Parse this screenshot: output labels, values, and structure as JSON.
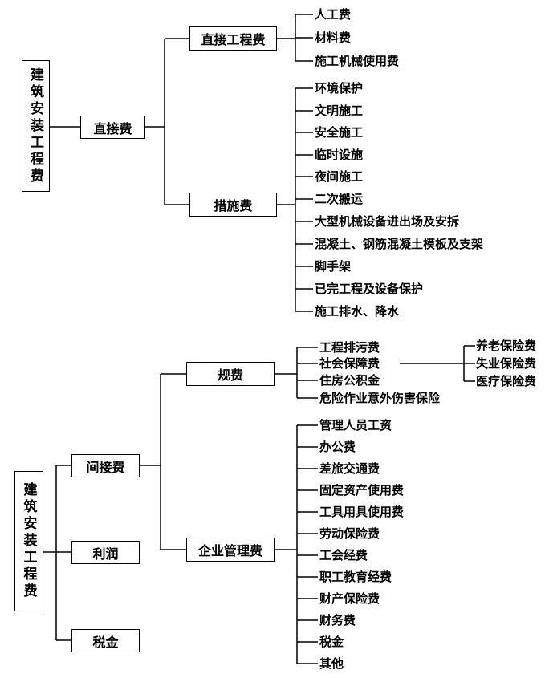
{
  "part1": {
    "root": "建筑安装工程费",
    "l1": "直接费",
    "direct_eng": "直接工程费",
    "direct_eng_items": [
      "人工费",
      "材料费",
      "施工机械使用费"
    ],
    "measures": "措施费",
    "measures_items": [
      "环境保护",
      "文明施工",
      "安全施工",
      "临时设施",
      "夜间施工",
      "二次搬运",
      "大型机械设备进出场及安拆",
      "混凝土、钢筋混凝土模板及支架",
      "脚手架",
      "已完工程及设备保护",
      "施工排水、降水"
    ]
  },
  "part2": {
    "root": "建筑安装工程费",
    "indirect": "间接费",
    "profit": "利润",
    "tax": "税金",
    "fees": "规费",
    "fees_items": [
      "工程排污费",
      "社会保障费",
      "住房公积金",
      "危险作业意外伤害保险"
    ],
    "social_items": [
      "养老保险费",
      "失业保险费",
      "医疗保险费"
    ],
    "mgmt": "企业管理费",
    "mgmt_items": [
      "管理人员工资",
      "办公费",
      "差旅交通费",
      "固定资产使用费",
      "工具用具使用费",
      "劳动保险费",
      "工会经费",
      "职工教育经费",
      "财产保险费",
      "财务费",
      "税金",
      "其他"
    ]
  }
}
